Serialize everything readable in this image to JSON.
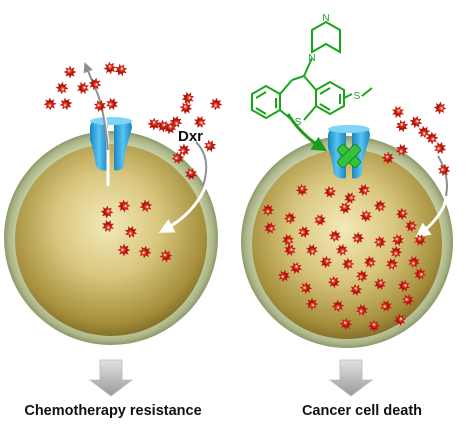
{
  "left_cell": {
    "caption": "Chemotherapy resistance",
    "drug_label": "Dxr",
    "state": "efflux pump active",
    "outside_particles": 22,
    "inside_particles": 8
  },
  "right_cell": {
    "caption": "Cancer cell death",
    "state": "efflux pump blocked by inhibitor",
    "outside_particles": 10,
    "inside_particles": 46
  },
  "inhibitor": {
    "atom_S_ring": "S",
    "atom_S_methylthio": "S",
    "atom_N_top": "N",
    "atom_N_bottom": "N"
  },
  "colors": {
    "membrane": "#b9c49a",
    "cytoplasm_center": "#f1e7b6",
    "cytoplasm_edge": "#8f7a2c",
    "pump": "#2ea8e0",
    "drug": "#d42518",
    "molecule": "#19a519",
    "block_mark": "#34c23a",
    "arrow": "#9a9a9a"
  }
}
